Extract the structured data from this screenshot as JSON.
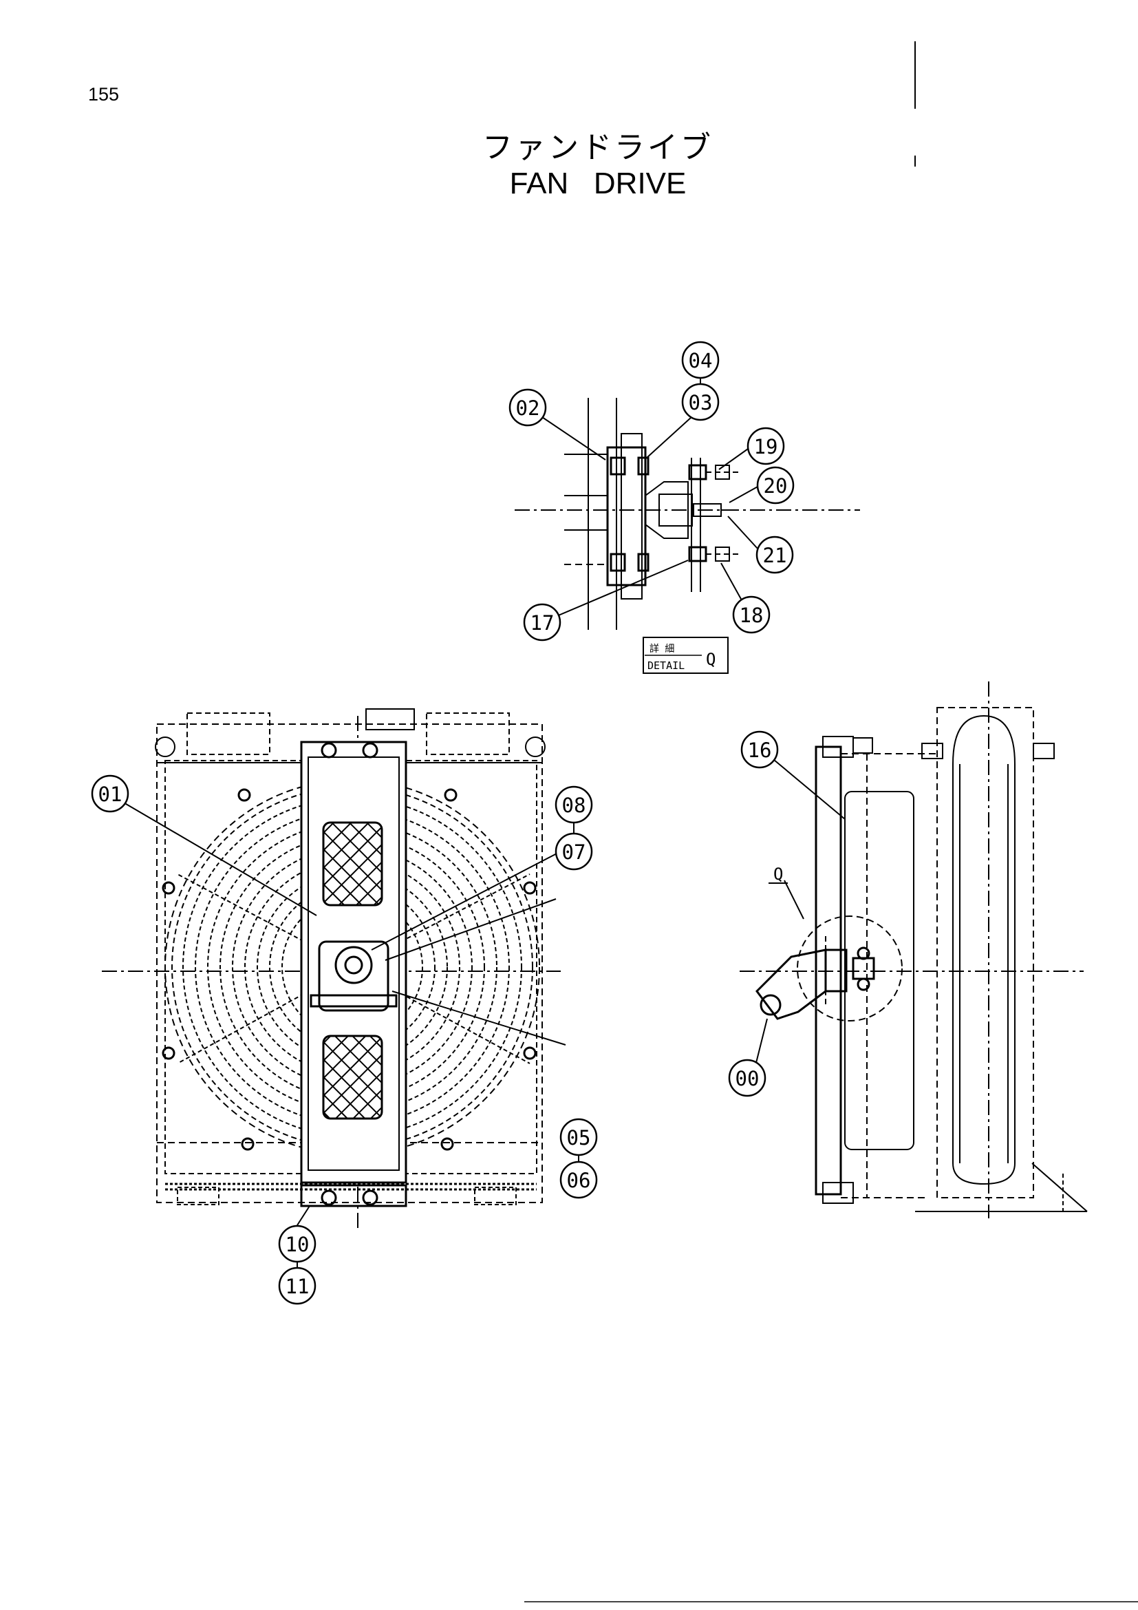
{
  "page": {
    "number": "155",
    "title_jp": "ファンドライブ",
    "title_en": "FAN   DRIVE"
  },
  "detail_box": {
    "jp_label": "詳 細",
    "en_label": "DETAIL",
    "letter": "Q"
  },
  "view_marker": "Q",
  "callouts": {
    "c04": "04",
    "c03": "03",
    "c02": "02",
    "c19": "19",
    "c20": "20",
    "c21": "21",
    "c17": "17",
    "c18": "18",
    "c01": "01",
    "c08": "08",
    "c07": "07",
    "c05": "05",
    "c06": "06",
    "c10": "10",
    "c11": "11",
    "c16": "16",
    "c00": "00"
  }
}
